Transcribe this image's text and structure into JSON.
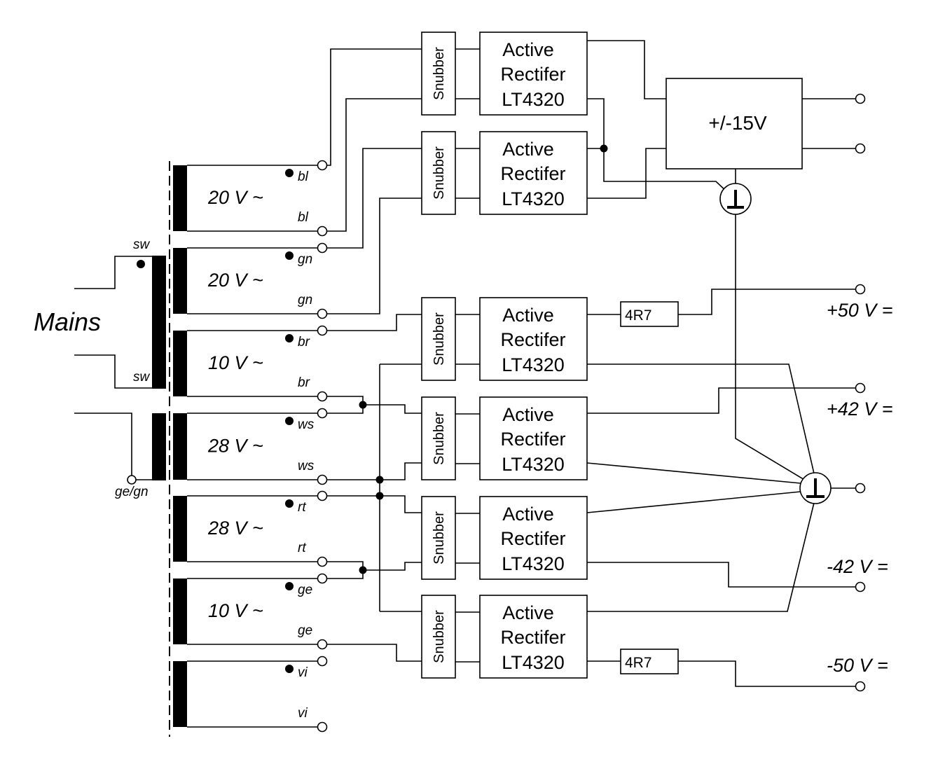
{
  "mains": {
    "label": "Mains"
  },
  "primary": {
    "wire_top": "sw",
    "wire_bottom": "sw",
    "earth": "ge/gn"
  },
  "windings": [
    {
      "voltage": "20 V ~",
      "start": "bl",
      "end": "bl"
    },
    {
      "voltage": "20 V ~",
      "start": "gn",
      "end": "gn"
    },
    {
      "voltage": "10 V ~",
      "start": "br",
      "end": "br"
    },
    {
      "voltage": "28 V ~",
      "start": "ws",
      "end": "ws"
    },
    {
      "voltage": "28 V ~",
      "start": "rt",
      "end": "rt"
    },
    {
      "voltage": "10 V ~",
      "start": "ge",
      "end": "ge"
    },
    {
      "voltage": "",
      "start": "vi",
      "end": "vi"
    }
  ],
  "snubber_label": "Snubber",
  "rectifier": {
    "line1": "Active",
    "line2": "Rectifer",
    "line3": "LT4320"
  },
  "regulator": {
    "label": "+/-15V"
  },
  "resistors": [
    {
      "label": "4R7"
    },
    {
      "label": "4R7"
    }
  ],
  "outputs": [
    {
      "label": "+50 V ="
    },
    {
      "label": "+42 V ="
    },
    {
      "label": "-42 V ="
    },
    {
      "label": "-50 V ="
    }
  ]
}
